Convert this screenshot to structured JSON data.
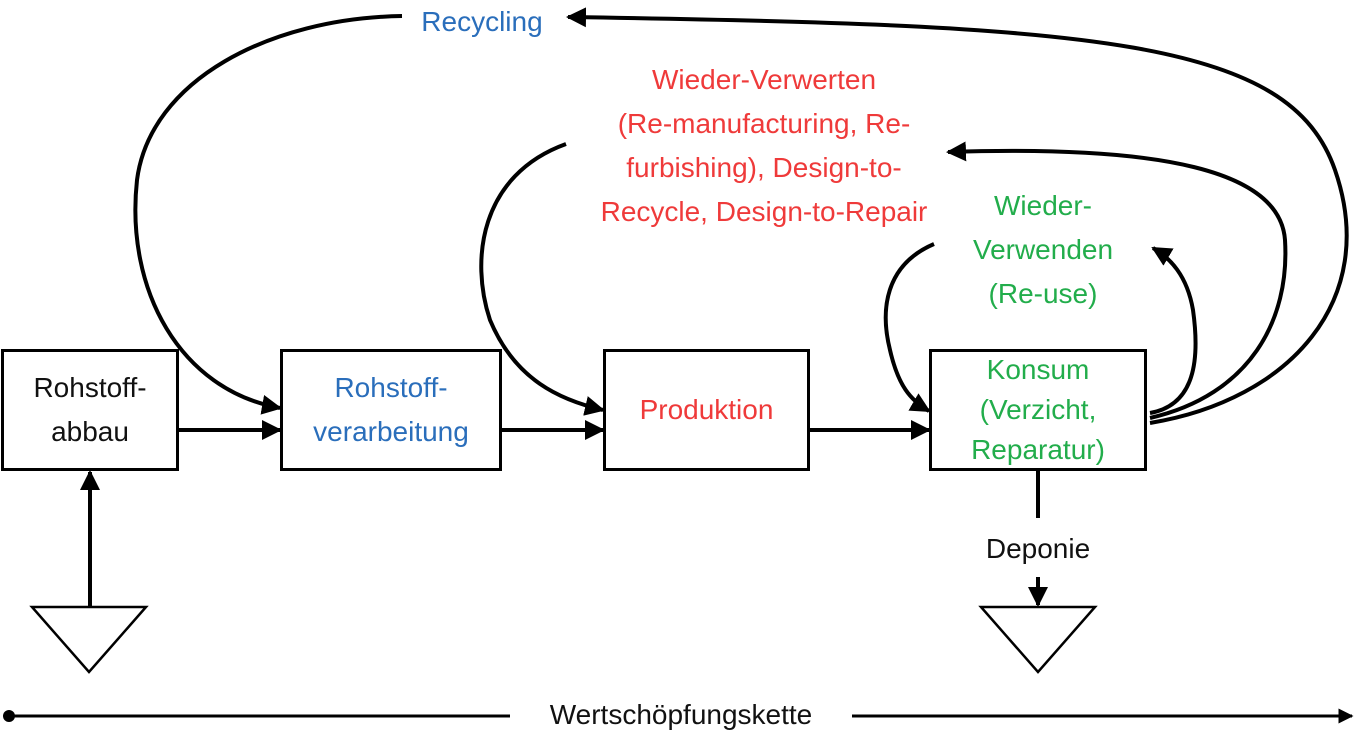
{
  "colors": {
    "blue": "#2a6ebb",
    "red": "#ef3a3a",
    "green": "#22ad4b",
    "black": "#111111"
  },
  "boxes": {
    "rohstoffabbau": "Rohstoff-\nabbau",
    "rohstoffverarbeitung": "Rohstoff-\nverarbeitung",
    "produktion": "Produktion",
    "konsum": "Konsum\n(Verzicht,\nReparatur)"
  },
  "labels": {
    "recycling": "Recycling",
    "wieder_verwerten": "Wieder-Verwerten\n(Re-manufacturing, Re-\nfurbishing), Design-to-\nRecycle, Design-to-Repair",
    "wieder_verwenden": "Wieder-\nVerwenden\n(Re-use)",
    "deponie": "Deponie",
    "wertschoepfungskette": "Wertschöpfungskette"
  }
}
